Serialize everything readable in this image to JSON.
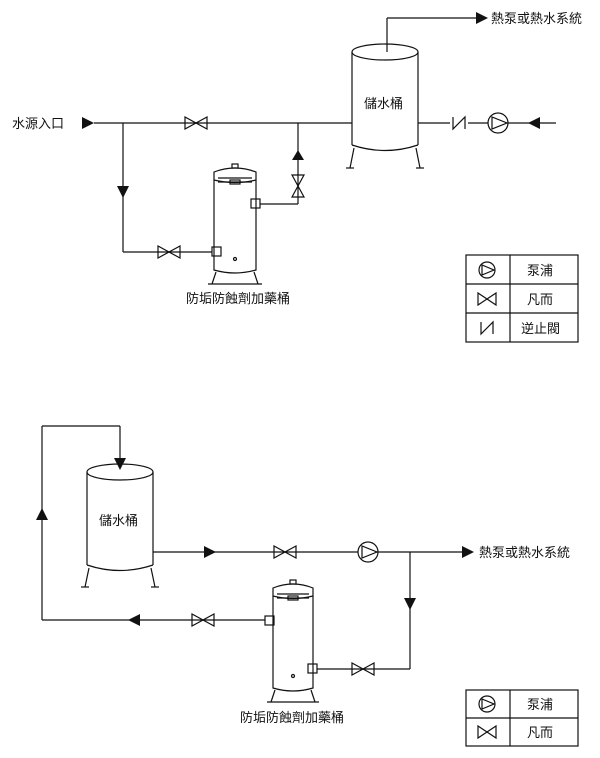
{
  "diagram1": {
    "inlet_label": "水源入口",
    "outlet_label": "熱泵或熱水系統",
    "tank_label": "儲水桶",
    "dosing_label": "防垢防蝕劑加藥桶",
    "legend": [
      {
        "icon": "pump-icon",
        "label": "泵浦"
      },
      {
        "icon": "valve-icon",
        "label": "凡而"
      },
      {
        "icon": "check-valve-icon",
        "label": "逆止閥"
      }
    ]
  },
  "diagram2": {
    "tank_label": "儲水桶",
    "outlet_label": "熱泵或熱水系統",
    "dosing_label": "防垢防蝕劑加藥桶",
    "legend": [
      {
        "icon": "pump-icon",
        "label": "泵浦"
      },
      {
        "icon": "valve-icon",
        "label": "凡而"
      }
    ]
  }
}
